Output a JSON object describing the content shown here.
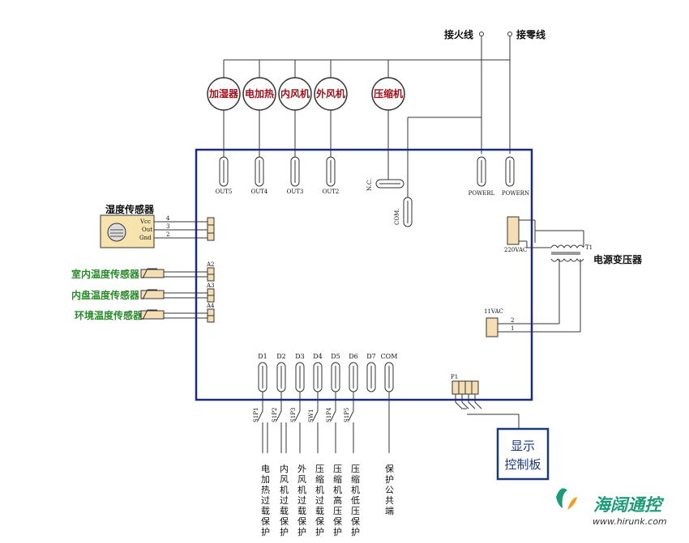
{
  "mains": {
    "live": "接火线",
    "neutral": "接零线"
  },
  "loads": [
    {
      "label": "加湿器",
      "terminal": "OUT5"
    },
    {
      "label": "电加热",
      "terminal": "OUT4"
    },
    {
      "label": "内风机",
      "terminal": "OUT3"
    },
    {
      "label": "外风机",
      "terminal": "OUT2"
    },
    {
      "label": "压缩机",
      "terminal": "N.C."
    }
  ],
  "com_label": "COM.",
  "power_terminals": {
    "l": "POWERL",
    "n": "POWERN"
  },
  "transformer": {
    "label": "电源变压器",
    "primary": "220VAC",
    "secondary": "11VAC",
    "ref": "T1",
    "pin2": "2",
    "pin1": "1"
  },
  "humidity_sensor": {
    "label": "湿度传感器",
    "pins": [
      "Vcc",
      "Out",
      "Gnd"
    ],
    "pin_nums": [
      "4",
      "3",
      "2"
    ]
  },
  "temp_sensors": [
    {
      "label": "室内温度传感器",
      "terminal": "A2"
    },
    {
      "label": "内盘温度传感器",
      "terminal": "A3"
    },
    {
      "label": "环境温度传感器",
      "terminal": "A4"
    }
  ],
  "inputs": [
    {
      "terminal": "D1",
      "switch": "S1P1",
      "desc": "电加热过载保护"
    },
    {
      "terminal": "D2",
      "switch": "S1P2",
      "desc": "内风机过载保护"
    },
    {
      "terminal": "D3",
      "switch": "S1P3",
      "desc": "外风机过载保护"
    },
    {
      "terminal": "D4",
      "switch": "SW1",
      "desc": "压缩机过载保护"
    },
    {
      "terminal": "D5",
      "switch": "S1P4",
      "desc": "压缩机高压保护"
    },
    {
      "terminal": "D6",
      "switch": "S1P5",
      "desc": "压缩机低压保护"
    },
    {
      "terminal": "D7",
      "switch": "",
      "desc": ""
    },
    {
      "terminal": "COM",
      "switch": "",
      "desc": "保护公共端"
    }
  ],
  "display_port": "P1",
  "display_board": {
    "line1": "显示",
    "line2": "控制板"
  },
  "logo": {
    "name": "海阔通控",
    "url": "www.hirunk.com"
  }
}
